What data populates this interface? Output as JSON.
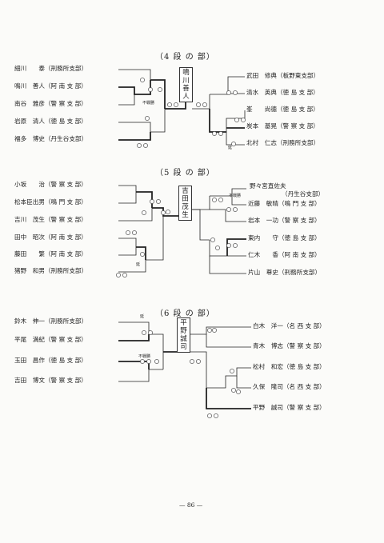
{
  "sections": [
    {
      "title": "（4 段 の 部）",
      "winner": [
        "鳴",
        "川",
        "善",
        "人"
      ],
      "left": [
        {
          "name": "細川　　泰",
          "branch": "（刑務所支部）"
        },
        {
          "name": "鳴川　善人",
          "branch": "（阿 南 支 部）"
        },
        {
          "name": "南谷　雅彦",
          "branch": "（警 察 支 部）"
        },
        {
          "name": "岩原　清人",
          "branch": "（徳 島 支 部）"
        },
        {
          "name": "福多　博史",
          "branch": "（丹生谷支部）"
        }
      ],
      "right": [
        {
          "name": "武田　修典",
          "branch": "（板野東支部）"
        },
        {
          "name": "清水　英典",
          "branch": "（徳 島 支 部）"
        },
        {
          "name": "峯　　尚德",
          "branch": "（徳 島 支 部）"
        },
        {
          "name": "炭本　基晃",
          "branch": "（警 察 支 部）"
        },
        {
          "name": "北村　仁志",
          "branch": "（刑務所支部）"
        }
      ],
      "notes": [
        "不戦勝",
        "延"
      ]
    },
    {
      "title": "（5 段 の 部）",
      "winner": [
        "吉",
        "田",
        "茂",
        "生"
      ],
      "left": [
        {
          "name": "小坂　　治",
          "branch": "（警 察 支 部）"
        },
        {
          "name": "松本臣出男",
          "branch": "（鳴 門 支 部）"
        },
        {
          "name": "吉川　茂生",
          "branch": "（警 察 支 部）"
        },
        {
          "name": "田中　昭次",
          "branch": "（阿 南 支 部）"
        },
        {
          "name": "藤田　　繁",
          "branch": "（阿 南 支 部）"
        },
        {
          "name": "猪野　和男",
          "branch": "（刑務所支部）"
        }
      ],
      "right_top": "野々宮直佐夫",
      "right_top_branch": "（丹生谷支部）",
      "right": [
        {
          "name": "近藤　敏晴",
          "branch": "（鳴 門 支 部）"
        },
        {
          "name": "岩本　一功",
          "branch": "（警 察 支 部）"
        },
        {
          "name": "東内　　守",
          "branch": "（徳 島 支 部）"
        },
        {
          "name": "仁木　　香",
          "branch": "（阿 南 支 部）"
        },
        {
          "name": "片山　尊史",
          "branch": "（刑務所支部）"
        }
      ],
      "notes": [
        "不戦勝",
        "延"
      ]
    },
    {
      "title": "（6 段 の 部）",
      "winner": [
        "平",
        "野",
        "誠",
        "司"
      ],
      "left": [
        {
          "name": "鈴木　伸一",
          "branch": "（刑務所支部）"
        },
        {
          "name": "平尾　満紀",
          "branch": "（警 察 支 部）"
        },
        {
          "name": "玉田　昌作",
          "branch": "（徳 島 支 部）"
        },
        {
          "name": "吉田　博文",
          "branch": "（警 察 支 部）"
        }
      ],
      "right": [
        {
          "name": "白木　洋一",
          "branch": "（名 西 支 部）"
        },
        {
          "name": "青木　博志",
          "branch": "（警 察 支 部）"
        },
        {
          "name": "松村　和宏",
          "branch": "（徳 島 支 部）"
        },
        {
          "name": "久保　隆司",
          "branch": "（名 西 支 部）"
        },
        {
          "name": "平野　誠司",
          "branch": "（警 察 支 部）"
        }
      ],
      "notes": [
        "延",
        "不戦勝"
      ]
    }
  ],
  "page_number": "— 86 —"
}
